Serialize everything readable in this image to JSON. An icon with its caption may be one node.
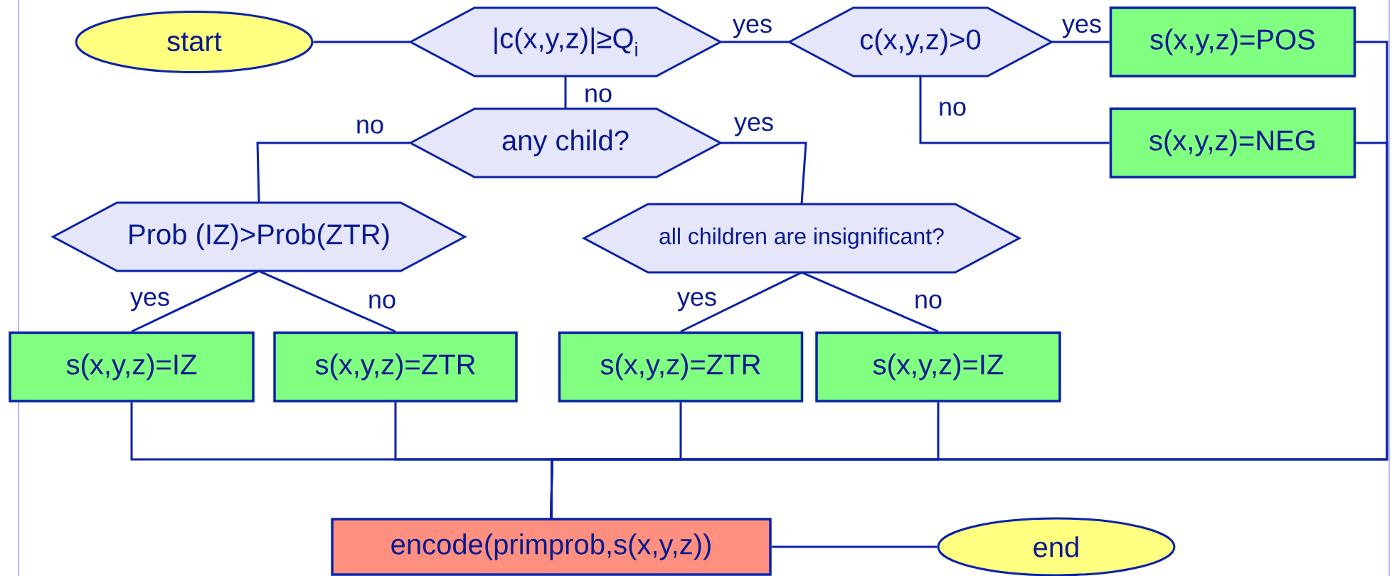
{
  "diagram": {
    "nodes": [
      {
        "text": [
          "start"
        ]
      },
      {
        "text": [
          "|c(x,y,z)|≥Q$_{i}$"
        ]
      },
      {
        "text": [
          "c(x,y,z)>0"
        ]
      },
      {
        "text": [
          "s(x,y,z)=POS"
        ]
      },
      {
        "text": [
          "s(x,y,z)=NEG"
        ]
      },
      {
        "text": [
          "any child?"
        ]
      },
      {
        "text": [
          "Prob (IZ)>Prob(ZTR)"
        ]
      },
      {
        "text": [
          "all children are insignificant?"
        ]
      },
      {
        "text": [
          "s(x,y,z)=IZ"
        ]
      },
      {
        "text": [
          "s(x,y,z)=ZTR"
        ]
      },
      {
        "text": [
          "s(x,y,z)=ZTR"
        ]
      },
      {
        "text": [
          "s(x,y,z)=IZ"
        ]
      },
      {
        "text": [
          "encode(primprob,s(x,y,z))"
        ]
      },
      {
        "text": [
          "end"
        ]
      }
    ],
    "edges": [
      {
        "from": 0,
        "to": 1,
        "arrow": "none"
      },
      {
        "from": 1,
        "to": 2,
        "arrow": "none",
        "label": "yes"
      },
      {
        "from": 2,
        "to": 3,
        "arrow": "none",
        "label": "yes"
      },
      {
        "from": 2,
        "to": 4,
        "arrow": "none",
        "label": "no"
      },
      {
        "from": 1,
        "to": 5,
        "arrow": "none",
        "label": "no"
      },
      {
        "from": 5,
        "to": 6,
        "arrow": "none",
        "label": "no"
      },
      {
        "from": 5,
        "to": 7,
        "arrow": "none",
        "label": "yes"
      },
      {
        "from": 6,
        "to": 8,
        "arrow": "none",
        "label": "yes"
      },
      {
        "from": 6,
        "to": 9,
        "arrow": "none",
        "label": "no"
      },
      {
        "from": 7,
        "to": 10,
        "arrow": "none",
        "label": "yes"
      },
      {
        "from": 7,
        "to": 11,
        "arrow": "none",
        "label": "no"
      },
      {
        "from": 3,
        "to": 12,
        "arrow": "none"
      },
      {
        "from": 4,
        "to": 12,
        "arrow": "none"
      },
      {
        "from": 8,
        "to": 12,
        "arrow": "none"
      },
      {
        "from": 9,
        "to": 12,
        "arrow": "none"
      },
      {
        "from": 10,
        "to": 12,
        "arrow": "none"
      },
      {
        "from": 11,
        "to": 12,
        "arrow": "none"
      },
      {
        "from": 12,
        "to": 13,
        "arrow": "none"
      }
    ]
  }
}
